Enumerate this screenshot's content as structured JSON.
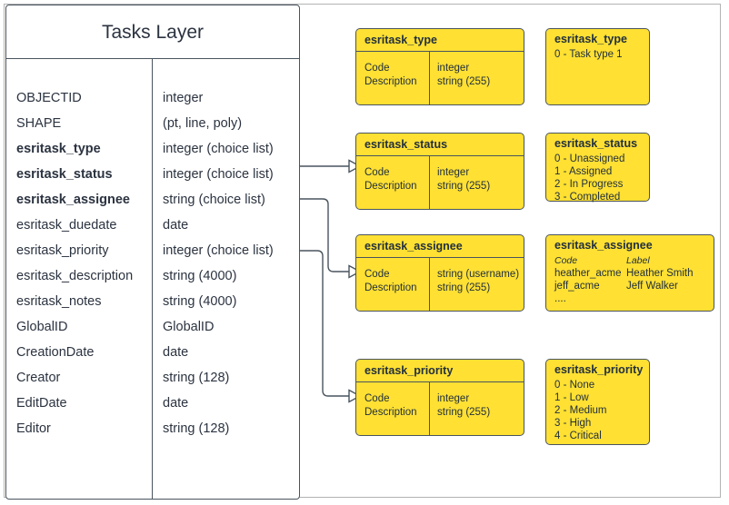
{
  "entity": {
    "title": "Tasks Layer",
    "fields": [
      {
        "name": "OBJECTID",
        "type": "integer",
        "key": false
      },
      {
        "name": "SHAPE",
        "type": "(pt, line, poly)",
        "key": false
      },
      {
        "name": "esritask_type",
        "type": "integer (choice list)",
        "key": true
      },
      {
        "name": "esritask_status",
        "type": "integer (choice list)",
        "key": true
      },
      {
        "name": "esritask_assignee",
        "type": "string (choice list)",
        "key": true
      },
      {
        "name": "esritask_duedate",
        "type": "date",
        "key": false
      },
      {
        "name": "esritask_priority",
        "type": "integer (choice list)",
        "key": false
      },
      {
        "name": "esritask_description",
        "type": "string (4000)",
        "key": false
      },
      {
        "name": "esritask_notes",
        "type": "string (4000)",
        "key": false
      },
      {
        "name": "GlobalID",
        "type": "GlobalID",
        "key": false
      },
      {
        "name": "CreationDate",
        "type": "date",
        "key": false
      },
      {
        "name": "Creator",
        "type": "string (128)",
        "key": false
      },
      {
        "name": "EditDate",
        "type": "date",
        "key": false
      },
      {
        "name": "Editor",
        "type": "string (128)",
        "key": false
      }
    ]
  },
  "domains": {
    "type": {
      "title": "esritask_type",
      "col_left": "Code\nDescription",
      "col_left_1": "Code",
      "col_left_2": "Description",
      "col_right_1": "integer",
      "col_right_2": "string (255)"
    },
    "status": {
      "title": "esritask_status",
      "col_left_1": "Code",
      "col_left_2": "Description",
      "col_right_1": "integer",
      "col_right_2": "string (255)"
    },
    "assignee": {
      "title": "esritask_assignee",
      "col_left_1": "Code",
      "col_left_2": "Description",
      "col_right_1": "string  (username)",
      "col_right_2": "string (255)"
    },
    "priority": {
      "title": "esritask_priority",
      "col_left_1": "Code",
      "col_left_2": "Description",
      "col_right_1": "integer",
      "col_right_2": "string (255)"
    }
  },
  "values": {
    "type": {
      "title": "esritask_type",
      "items": [
        "0 - Task type 1"
      ]
    },
    "status": {
      "title": "esritask_status",
      "items": [
        "0 - Unassigned",
        "1 - Assigned",
        "2 - In Progress",
        "3 - Completed"
      ]
    },
    "assignee": {
      "title": "esritask_assignee",
      "code_header": "Code",
      "label_header": "Label",
      "codes": [
        "heather_acme",
        "jeff_acme",
        "...."
      ],
      "labels": [
        "Heather Smith",
        "Jeff Walker",
        ""
      ]
    },
    "priority": {
      "title": "esritask_priority",
      "items": [
        "0 - None",
        "1 - Low",
        "2 - Medium",
        "3 - High",
        "4 - Critical"
      ]
    }
  },
  "colors": {
    "domain_fill": "#ffe033",
    "stroke": "#49545e",
    "page_frame": "#b3b3b3",
    "text": "#22303c"
  }
}
